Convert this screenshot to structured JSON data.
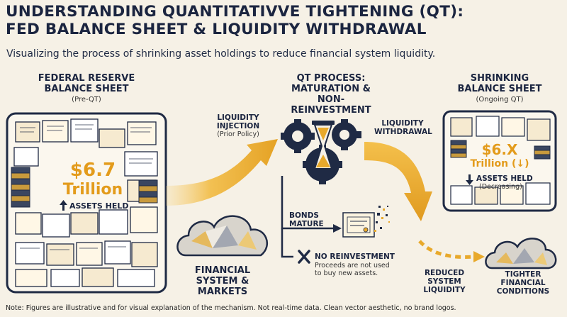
{
  "title": {
    "line1": "Understanding Quantitativve Tightening (QT):",
    "line2": "Fed Balance Sheet & Liquidity Withdrawal"
  },
  "subtitle": "Visualizing the process of shrinking asset holdings to reduce financial system liquidity.",
  "left_panel": {
    "heading_line1": "Federal Reserve",
    "heading_line2": "Balance Sheet",
    "sub": "(Pre-QT)",
    "amount_line1": "$6.7",
    "amount_line2": "Trillion",
    "assets_label": "Assets Held"
  },
  "middle": {
    "heading_line1": "QT Process:",
    "heading_line2": "Maturation &",
    "heading_line3": "Non-Reinvestment",
    "injection_line1": "Liquidity",
    "injection_line2": "Injection",
    "injection_sub": "(Prior Policy)",
    "withdrawal_line1": "Liquidity",
    "withdrawal_line2": "Withdrawal",
    "bonds_line1": "Bonds",
    "bonds_line2": "Mature",
    "no_reinvest": "No Reinvestment",
    "no_reinvest_sub1": "Proceeds are not used",
    "no_reinvest_sub2": "to buy new assets.",
    "markets_line1": "Financial",
    "markets_line2": "System &",
    "markets_line3": "Markets"
  },
  "right_panel": {
    "heading_line1": "Shrinking",
    "heading_line2": "Balance Sheet",
    "sub": "(Ongoing QT)",
    "amount_line1": "$6.X",
    "amount_line2": "Trillion (↓)",
    "assets_label": "Assets Held",
    "assets_sub": "(Decreasing)",
    "reduced_line1": "Reduced",
    "reduced_line2": "System",
    "reduced_line3": "Liquidity",
    "tighter_line1": "Tighter",
    "tighter_line2": "Financial",
    "tighter_line3": "Conditions"
  },
  "note": "Note: Figures are illustrative and for visual explanation of the mechanism. Not real-time data. Clean vector aesthetic, no brand logos.",
  "colors": {
    "navy": "#1f2a44",
    "gold": "#e8a92b",
    "gold_light": "#f6c860",
    "cream": "#f6f1e6",
    "paper": "#fbf7ee"
  }
}
